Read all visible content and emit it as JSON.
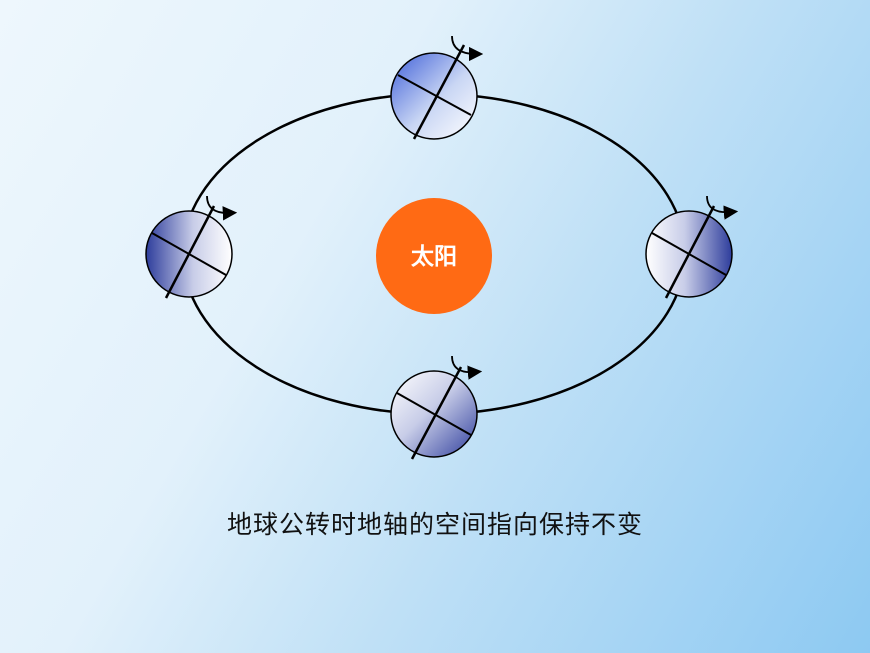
{
  "sun": {
    "label": "太阳",
    "color": "#ff6a14"
  },
  "caption": "地球公转时地轴的空间指向保持不变",
  "colors": {
    "orbit": "#000000",
    "earth_dark": "#2e3d9c",
    "earth_light": "#ffffff",
    "background_light": "#eef7fd",
    "background_accent": "#8dc9f2"
  },
  "earths": [
    {
      "position": "top",
      "lit_side": "bottom-right",
      "dark_side": "top-left"
    },
    {
      "position": "left",
      "lit_side": "right",
      "dark_side": "left"
    },
    {
      "position": "right",
      "lit_side": "left",
      "dark_side": "right"
    },
    {
      "position": "bottom",
      "lit_side": "top-left",
      "dark_side": "bottom-right"
    }
  ]
}
